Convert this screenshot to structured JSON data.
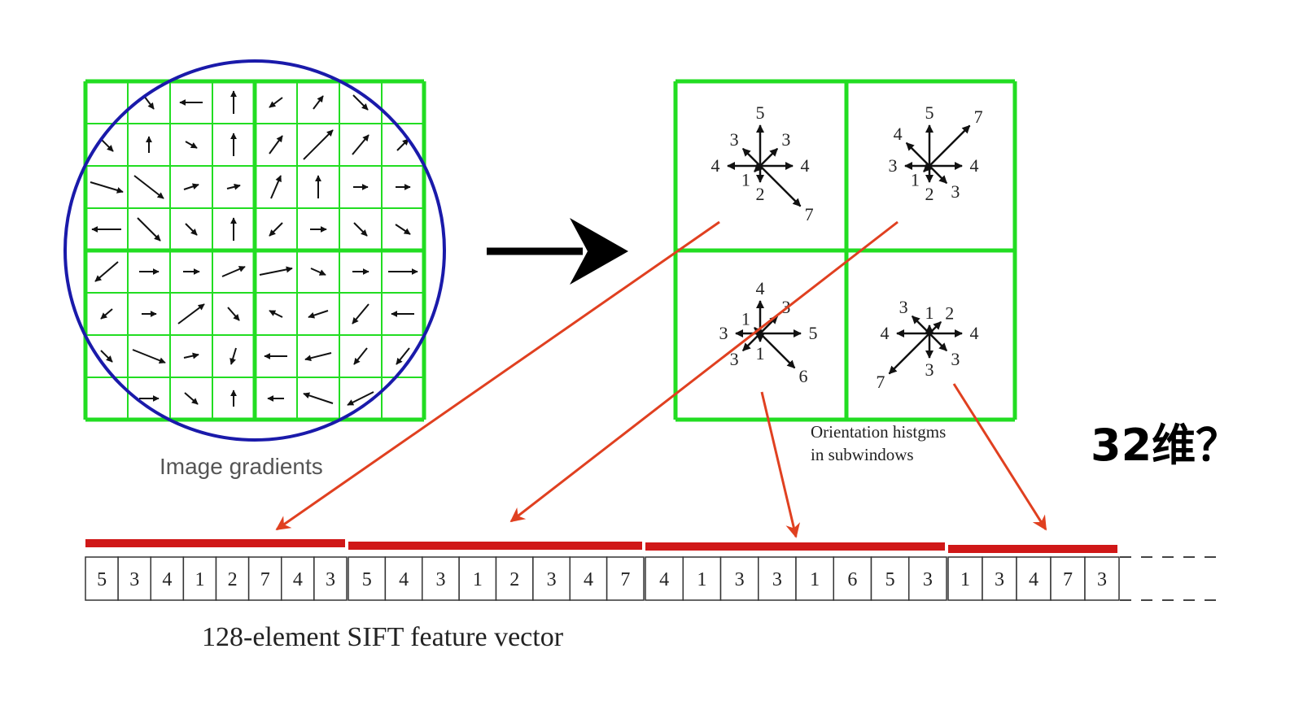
{
  "labels": {
    "image_gradients": "Image gradients",
    "orientation_line1": "Orientation histgms",
    "orientation_line2": "in subwindows",
    "dimension_note": "32维？",
    "feature_vector": "128-element SIFT feature vector"
  },
  "colors": {
    "grid": "#22dd22",
    "circle": "#1a1aaa",
    "arrow": "#111111",
    "pointer": "#e04020",
    "bar": "#d01818",
    "cell_border": "#333333"
  },
  "histograms": [
    {
      "quadrant": "top-left",
      "counts": [
        4,
        3,
        5,
        3,
        4,
        1,
        2,
        7
      ]
    },
    {
      "quadrant": "top-right",
      "counts": [
        4,
        7,
        5,
        4,
        3,
        1,
        2,
        3
      ]
    },
    {
      "quadrant": "bottom-left",
      "counts": [
        5,
        3,
        4,
        1,
        3,
        3,
        1,
        6
      ]
    },
    {
      "quadrant": "bottom-right",
      "counts": [
        4,
        2,
        1,
        3,
        4,
        7,
        3,
        3
      ]
    }
  ],
  "vector_segments": [
    [
      "5",
      "3",
      "4",
      "1",
      "2",
      "7",
      "4",
      "3"
    ],
    [
      "5",
      "4",
      "3",
      "1",
      "2",
      "3",
      "4",
      "7"
    ],
    [
      "4",
      "1",
      "3",
      "3",
      "1",
      "6",
      "5",
      "3"
    ],
    [
      "1",
      "3",
      "4",
      "7",
      "3"
    ]
  ]
}
